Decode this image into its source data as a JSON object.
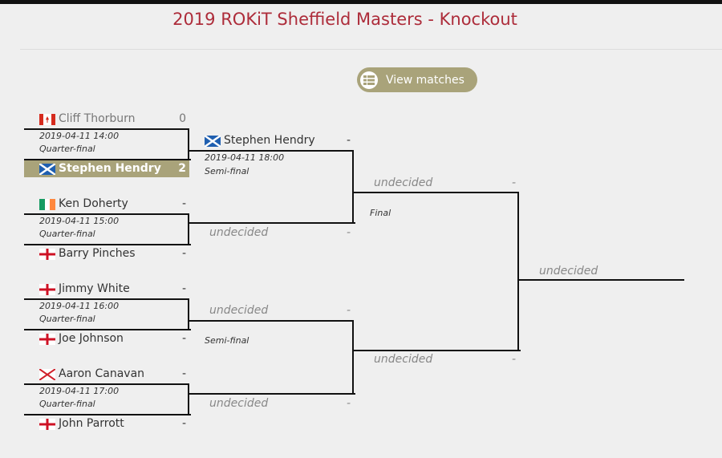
{
  "header": {
    "title": "2019 ROKiT Sheffield Masters - Knockout",
    "view_matches": "View matches"
  },
  "quarter_finals": [
    {
      "p1": {
        "name": "Cliff Thorburn",
        "flag": "canada",
        "score": "0"
      },
      "p2": {
        "name": "Stephen Hendry",
        "flag": "scotland",
        "score": "2",
        "winner": true
      },
      "date": "2019-04-11 14:00",
      "round": "Quarter-final"
    },
    {
      "p1": {
        "name": "Ken Doherty",
        "flag": "ireland",
        "score": "-"
      },
      "p2": {
        "name": "Barry Pinches",
        "flag": "england",
        "score": "-"
      },
      "date": "2019-04-11 15:00",
      "round": "Quarter-final"
    },
    {
      "p1": {
        "name": "Jimmy White",
        "flag": "england",
        "score": "-"
      },
      "p2": {
        "name": "Joe Johnson",
        "flag": "england",
        "score": "-"
      },
      "date": "2019-04-11 16:00",
      "round": "Quarter-final"
    },
    {
      "p1": {
        "name": "Aaron Canavan",
        "flag": "jersey",
        "score": "-"
      },
      "p2": {
        "name": "John Parrott",
        "flag": "england",
        "score": "-"
      },
      "date": "2019-04-11 17:00",
      "round": "Quarter-final"
    }
  ],
  "semi_finals": [
    {
      "p1": {
        "name": "Stephen Hendry",
        "flag": "scotland",
        "score": "-"
      },
      "p2": {
        "name": "undecided",
        "score": "-"
      },
      "date": "2019-04-11 18:00",
      "round": "Semi-final"
    },
    {
      "p1": {
        "name": "undecided",
        "score": "-"
      },
      "p2": {
        "name": "undecided",
        "score": "-"
      },
      "date": "",
      "round": "Semi-final"
    }
  ],
  "final": {
    "p1": {
      "name": "undecided",
      "score": "-"
    },
    "p2": {
      "name": "undecided",
      "score": "-"
    },
    "round": "Final"
  },
  "winner": {
    "name": "undecided"
  }
}
